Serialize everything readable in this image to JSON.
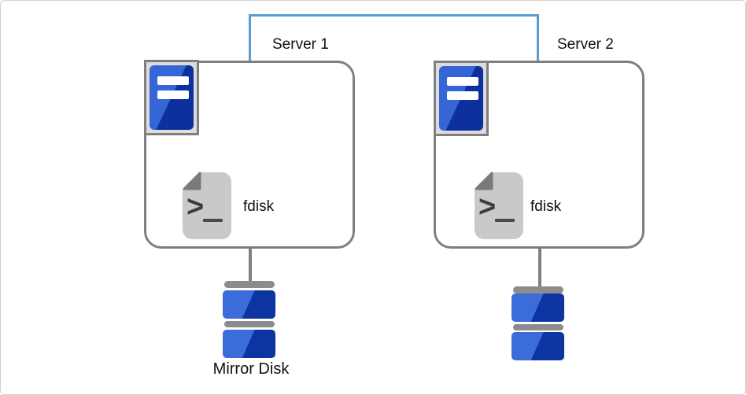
{
  "diagram": {
    "servers": [
      {
        "label": "Server 1",
        "tool": "fdisk"
      },
      {
        "label": "Server 2",
        "tool": "fdisk"
      }
    ],
    "disks": [
      {
        "label": "Mirror Disk"
      },
      {
        "label": ""
      }
    ],
    "icons": {
      "prompt_glyph": ">"
    },
    "link": {
      "type": "server-interconnect",
      "color": "#5b9bd5"
    },
    "colors": {
      "box_border": "#7f7f7f",
      "connector": "#7f7f7f",
      "disk_bar_gray": "#8c8c8c",
      "disk_light_blue": "#3b6cda",
      "disk_dark_blue": "#0c35a2",
      "server_light_blue": "#3566d5",
      "server_dark_blue": "#0d309e",
      "document_gray": "#c9c9c9",
      "fold_gray": "#7a7a7a"
    }
  }
}
